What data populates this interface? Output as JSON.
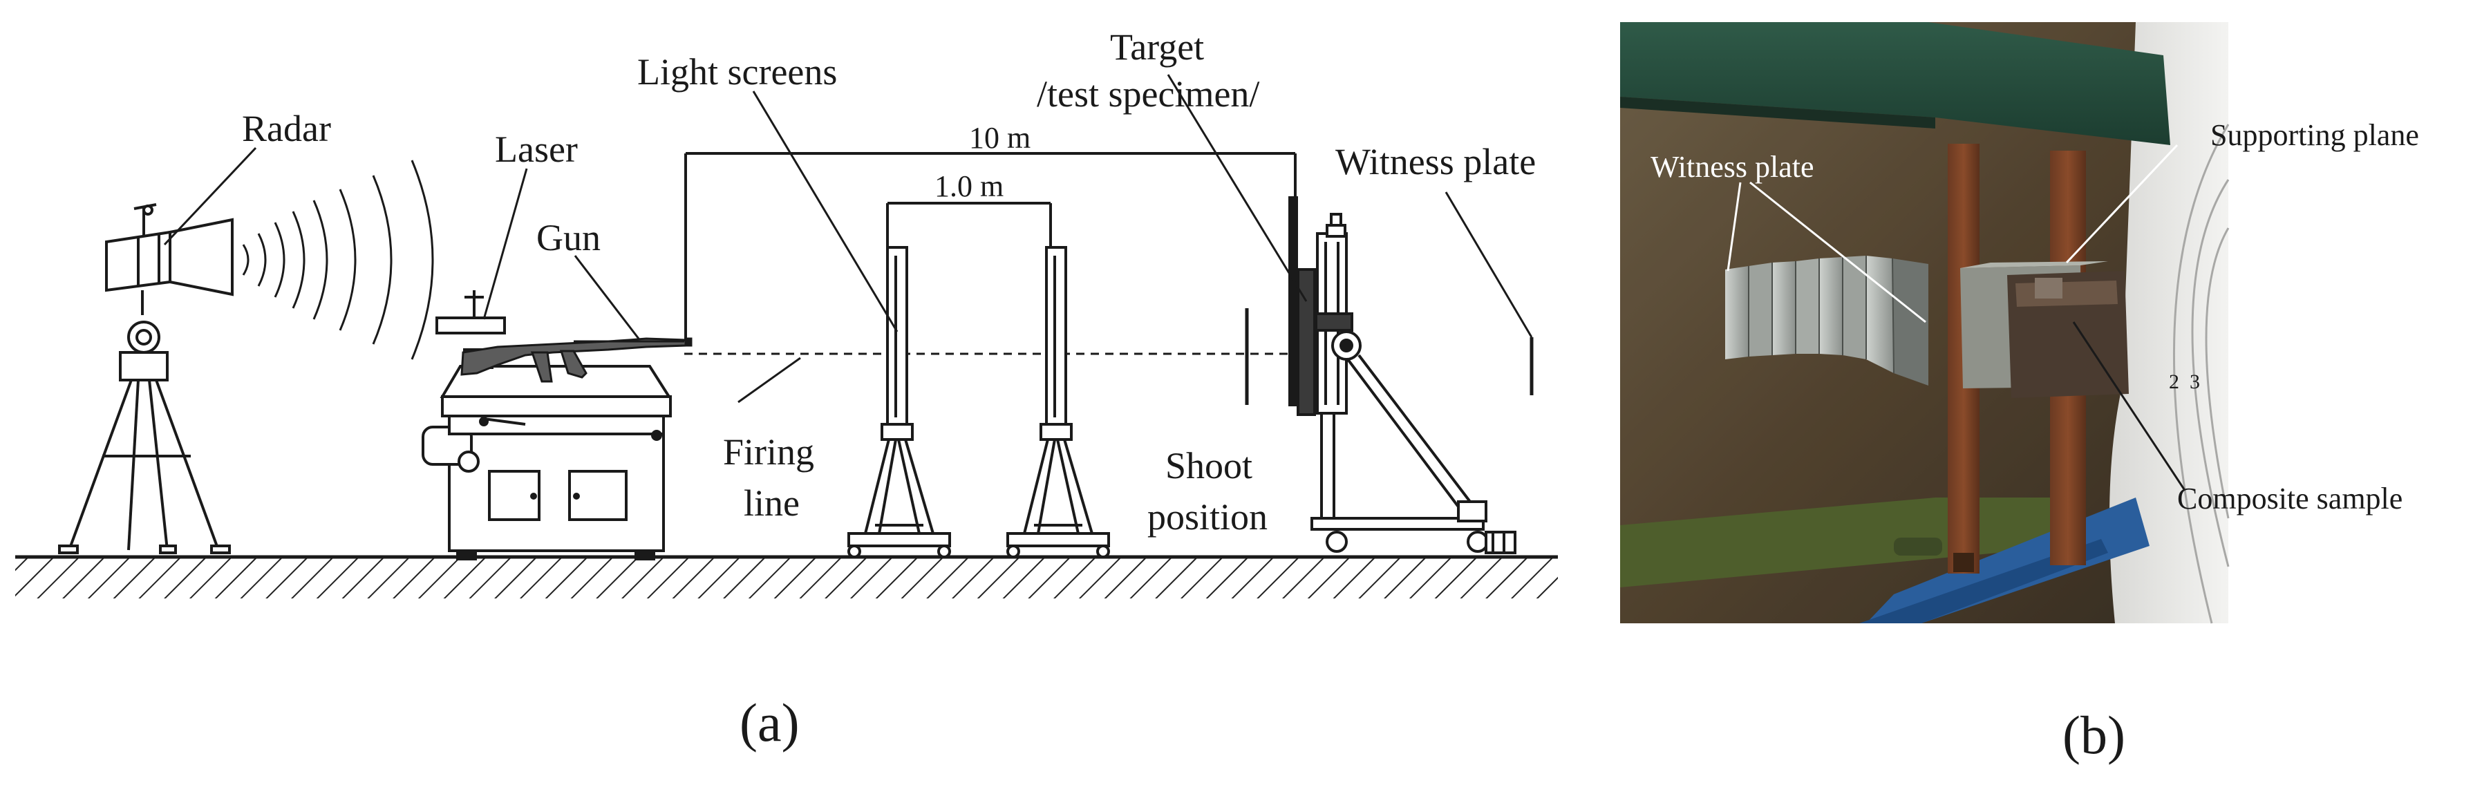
{
  "panel_a": {
    "labels": {
      "radar": "Radar",
      "laser": "Laser",
      "gun": "Gun",
      "light_screens": "Light screens",
      "target_line1": "Target",
      "target_line2": "/test specimen/",
      "witness_plate": "Witness plate",
      "firing_line1": "Firing",
      "firing_line2": "line",
      "shoot_line1": "Shoot",
      "shoot_line2": "position"
    },
    "dimensions": {
      "total_distance": "10 m",
      "screen_spacing": "1.0 m"
    },
    "caption": "(a)"
  },
  "panel_b": {
    "labels": {
      "witness_plate": "Witness plate",
      "supporting_plane": "Supporting plane",
      "composite_sample": "Composite sample"
    },
    "target_numbers": [
      "2",
      "3"
    ],
    "caption": "(b)"
  }
}
